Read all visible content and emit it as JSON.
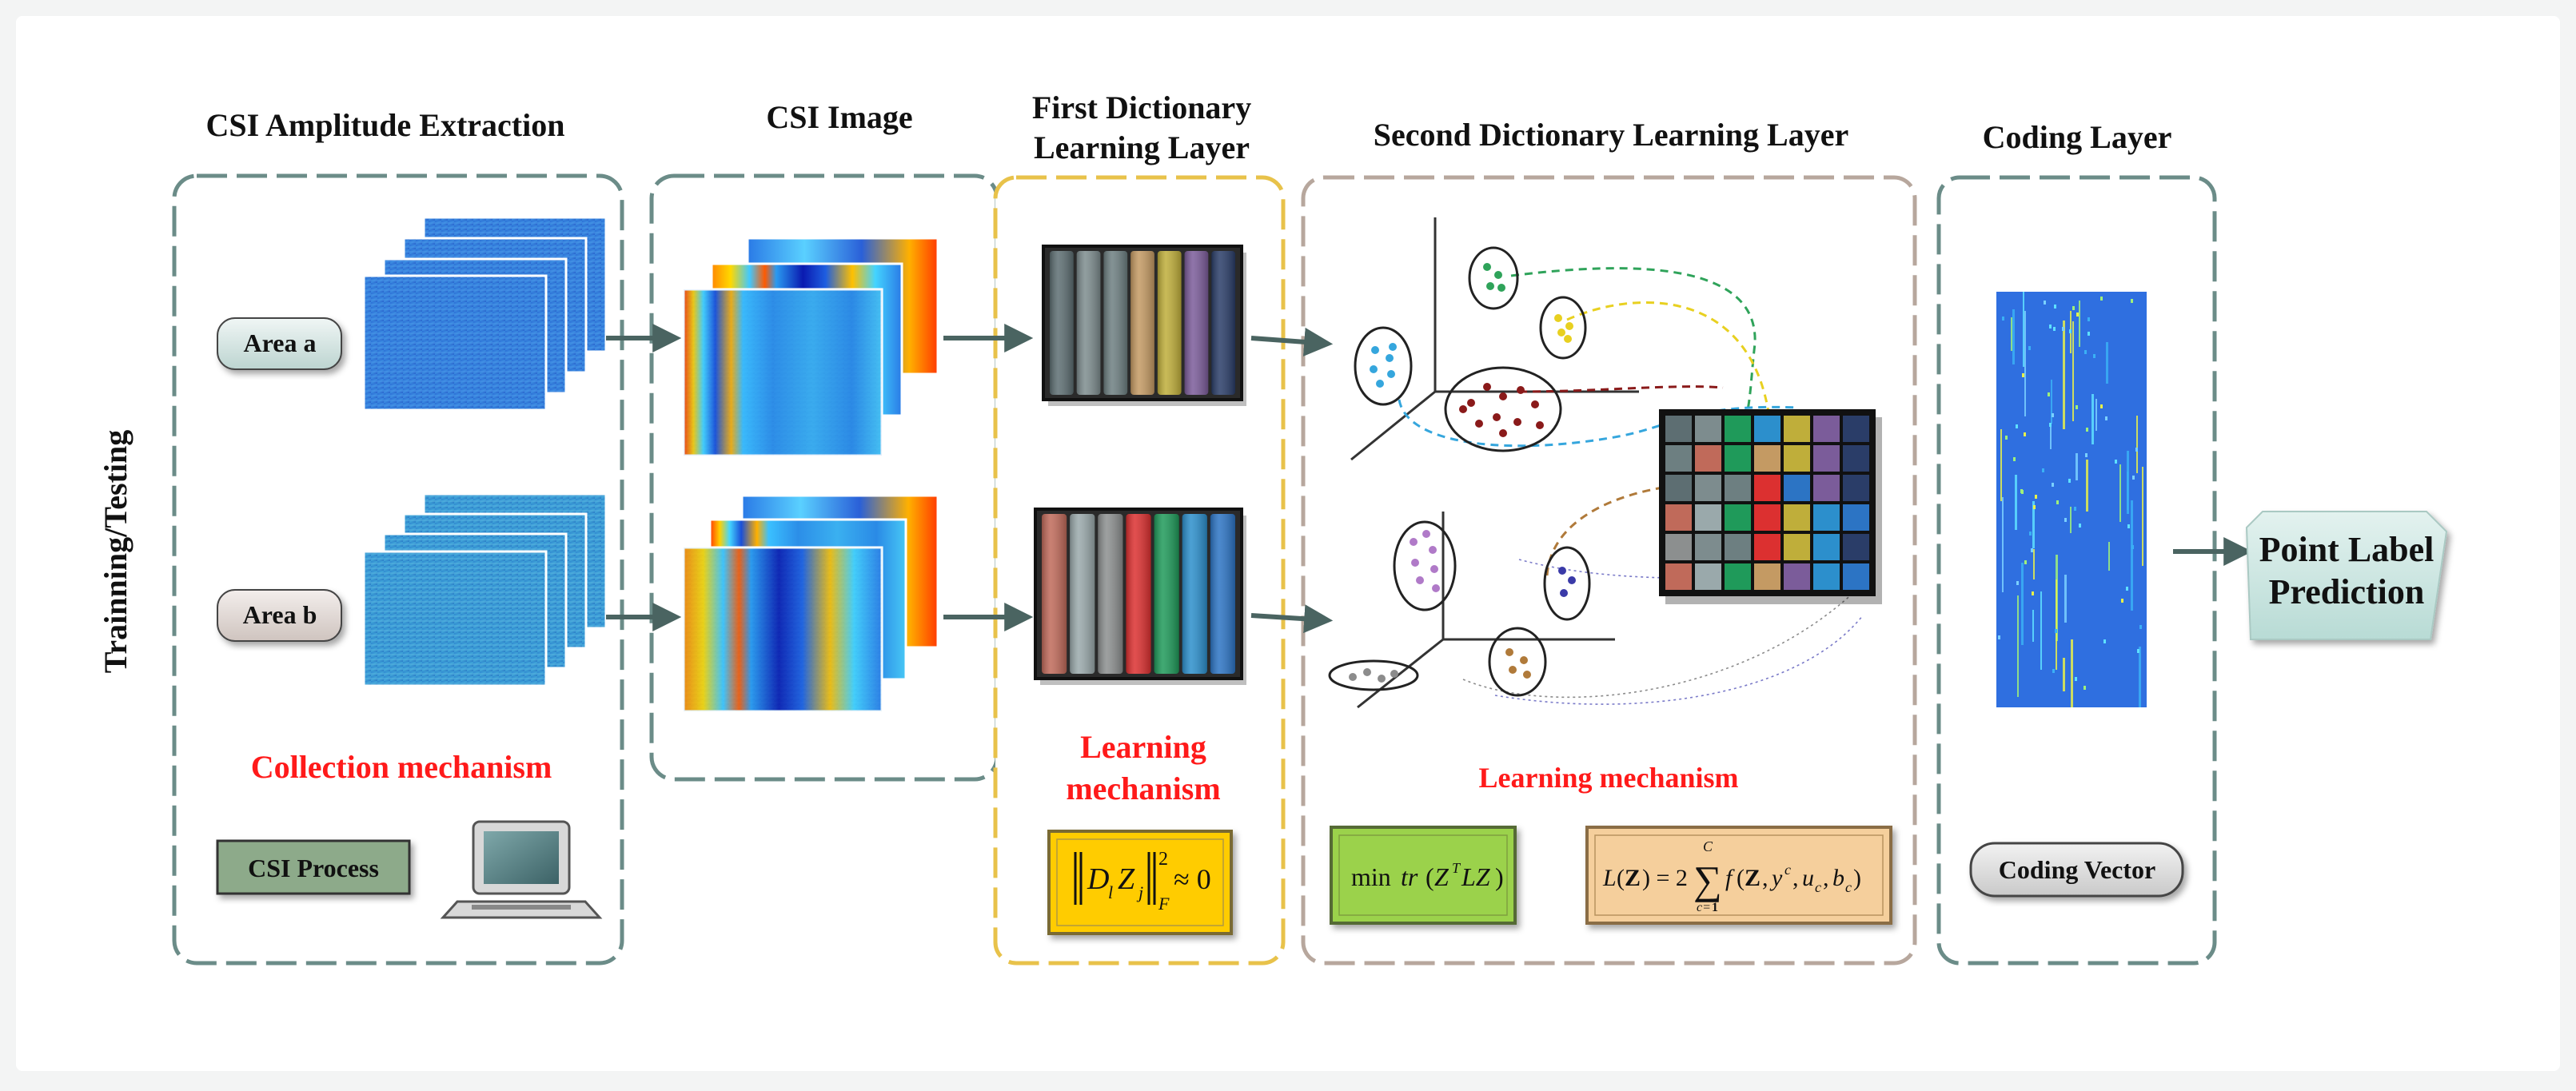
{
  "colors": {
    "accent_red": "#ff1a1a",
    "panel_dash": "#6b8c88",
    "layer1_dash": "#e8c24a",
    "layer2_dash": "#b7a79d",
    "arrow": "#4a6461",
    "formula1_fill": "#ffcc00",
    "formula2_fill": "#9bd24c",
    "formula3_fill": "#f5cf9c",
    "csi_process_fill": "#8daa8a",
    "prediction_fill": "#cfe6e2"
  },
  "sections": {
    "extraction_title": "CSI Amplitude Extraction",
    "image_title": "CSI Image",
    "layer1_title_line1": "First Dictionary",
    "layer1_title_line2": "Learning Layer",
    "layer2_title": "Second Dictionary Learning Layer",
    "coding_title": "Coding Layer"
  },
  "side_label": "Trainning/Testing",
  "areas": {
    "a": "Area a",
    "b": "Area b"
  },
  "mechanisms": {
    "collection": "Collection mechanism",
    "learning1_line1": "Learning",
    "learning1_line2": "mechanism",
    "learning2": "Learning mechanism"
  },
  "buttons": {
    "csi_process": "CSI Process",
    "coding_vector": "Coding Vector"
  },
  "prediction": {
    "line1": "Point Label",
    "line2": "Prediction"
  },
  "icons": [
    "computer-icon",
    "flow-arrow-icon"
  ],
  "dictionary_a_colors": [
    "#5d6e72",
    "#7d8c8e",
    "#6d7f81",
    "#c49a63",
    "#bfae3a",
    "#7b5c9a",
    "#2a3d68"
  ],
  "dictionary_b_colors": [
    "#c06a5a",
    "#9aa9ab",
    "#8c8f8f",
    "#dc3030",
    "#1f9a5a",
    "#2c8fcc",
    "#2c74c4"
  ],
  "cluster_colors": {
    "green": "#2fa35a",
    "yellow": "#e8d020",
    "blue": "#35a6dd",
    "darkred": "#8a1a1a",
    "purple": "#b07ac8",
    "navy": "#3a3aa8",
    "brown": "#b07a3a",
    "gray": "#8c8c8c"
  }
}
